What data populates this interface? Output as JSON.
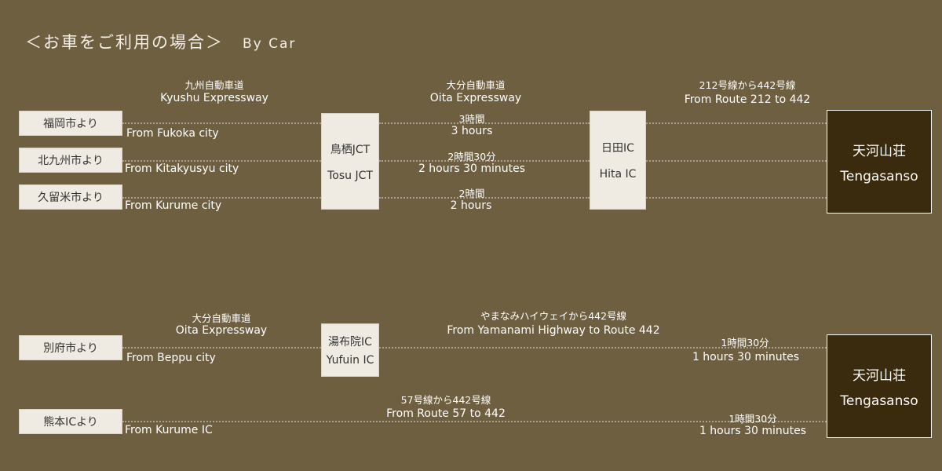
{
  "title": {
    "ja": "＜お車をご利用の場合＞",
    "en": "By Car"
  },
  "upper": {
    "origins": [
      {
        "ja": "福岡市より",
        "en": "From Fukoka city"
      },
      {
        "ja": "北九州市より",
        "en": "From Kitakyusyu city"
      },
      {
        "ja": "久留米市より",
        "en": "From Kurume city"
      }
    ],
    "road1": {
      "ja": "九州自動車道",
      "en": "Kyushu Expressway"
    },
    "road2": {
      "ja": "大分自動車道",
      "en": "Oita Expressway"
    },
    "road3": {
      "ja": "212号線から442号線",
      "en": "From Route 212 to 442"
    },
    "junction": {
      "ja": "鳥栖JCT",
      "en": "Tosu JCT"
    },
    "interchange": {
      "ja": "日田IC",
      "en": "Hita IC"
    },
    "times": [
      {
        "ja": "3時間",
        "en": "3 hours"
      },
      {
        "ja": "2時間30分",
        "en": "2 hours 30 minutes"
      },
      {
        "ja": "2時間",
        "en": "2 hours"
      }
    ],
    "destination": {
      "ja": "天河山荘",
      "en": "Tengasanso"
    }
  },
  "lower": {
    "origin1": {
      "ja": "別府市より",
      "en": "From Beppu city"
    },
    "origin2": {
      "ja": "熊本ICより",
      "en": "From Kurume IC"
    },
    "road1": {
      "ja": "大分自動車道",
      "en": "Oita Expressway"
    },
    "interchange": {
      "ja": "湯布院IC",
      "en": "Yufuin IC"
    },
    "road2": {
      "ja": "やまなみハイウェイから442号線",
      "en": "From Yamanami Highway to Route 442"
    },
    "road3": {
      "ja": "57号線から442号線",
      "en": "From Route 57 to 442"
    },
    "time1": {
      "ja": "1時間30分",
      "en": "1 hours 30 minutes"
    },
    "time2": {
      "ja": "1時間30分",
      "en": "1 hours 30 minutes"
    },
    "destination": {
      "ja": "天河山荘",
      "en": "Tengasanso"
    }
  }
}
